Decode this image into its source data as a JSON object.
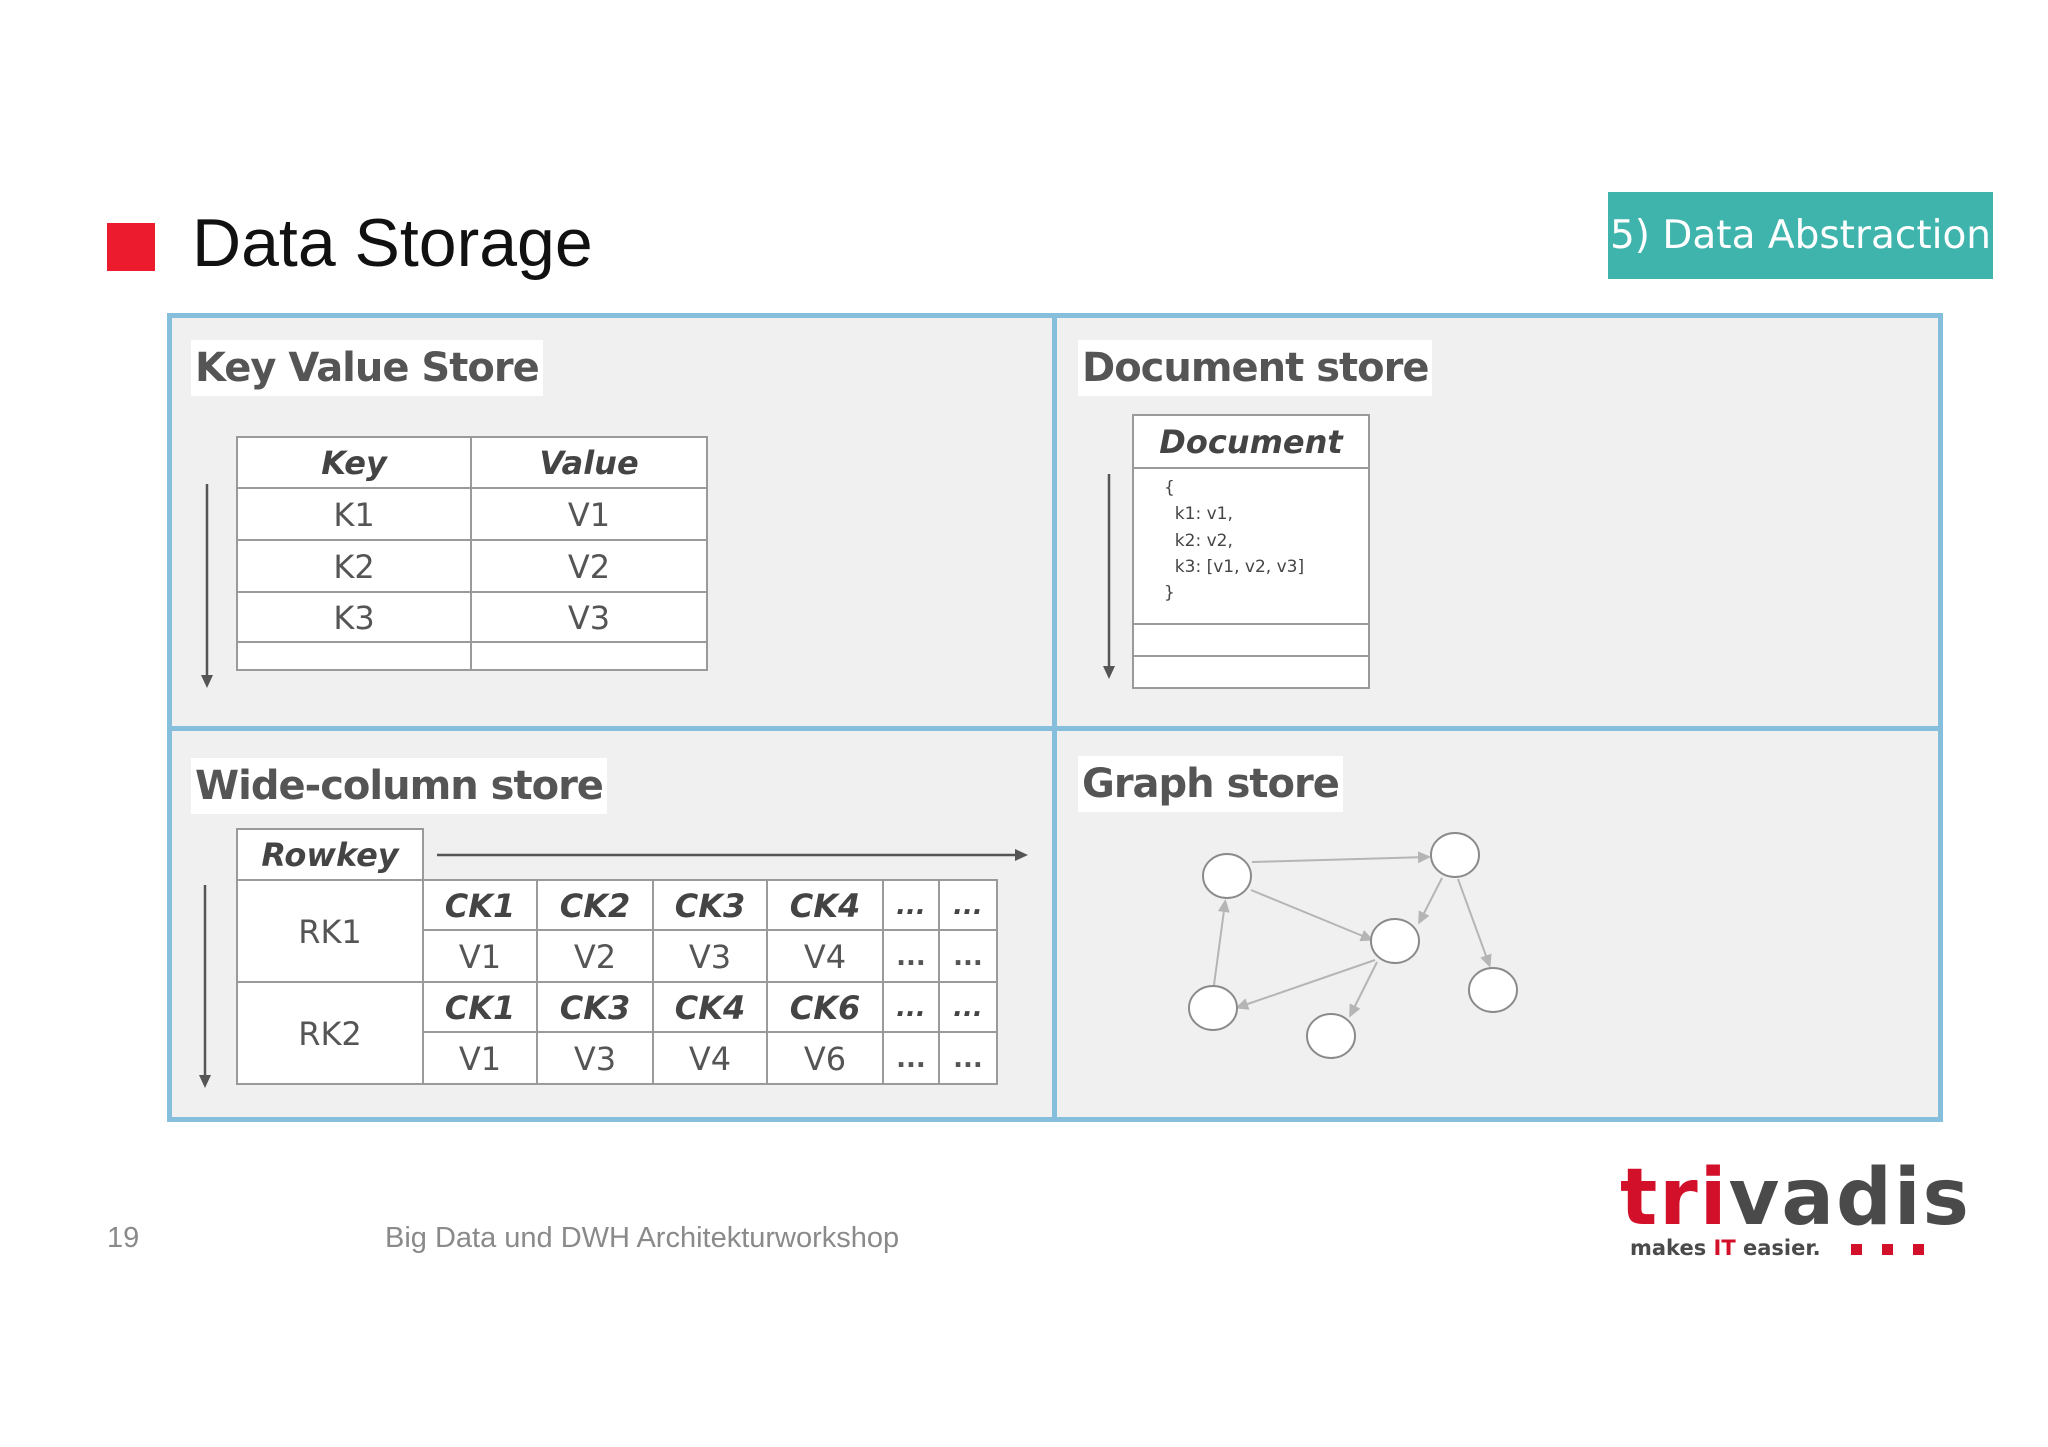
{
  "slide": {
    "title": "Data Storage",
    "badge": "5) Data Abstraction",
    "page_number": "19",
    "footer_text": "Big Data und DWH Architekturworkshop",
    "accent_color": "#ec1c2e",
    "badge_color": "#3fb4ad",
    "quadrant_border_color": "#86bfdb"
  },
  "key_value": {
    "title": "Key Value Store",
    "headers": [
      "Key",
      "Value"
    ],
    "rows": [
      [
        "K1",
        "V1"
      ],
      [
        "K2",
        "V2"
      ],
      [
        "K3",
        "V3"
      ]
    ]
  },
  "document": {
    "title": "Document store",
    "header": "Document",
    "lines": [
      "{",
      "  k1: v1,",
      "  k2: v2,",
      "  k3: [v1, v2, v3]",
      "}"
    ]
  },
  "wide_column": {
    "title": "Wide-column store",
    "rowkey_header": "Rowkey",
    "rows": [
      {
        "rowkey": "RK1",
        "columns": [
          "CK1",
          "CK2",
          "CK3",
          "CK4",
          "...",
          "..."
        ],
        "values": [
          "V1",
          "V2",
          "V3",
          "V4",
          "...",
          "..."
        ]
      },
      {
        "rowkey": "RK2",
        "columns": [
          "CK1",
          "CK3",
          "CK4",
          "CK6",
          "...",
          "..."
        ],
        "values": [
          "V1",
          "V3",
          "V4",
          "V6",
          "...",
          "..."
        ]
      }
    ]
  },
  "graph": {
    "title": "Graph store"
  },
  "logo": {
    "word_red": "tri",
    "word_grey": "vadis",
    "tagline_start": "makes ",
    "tagline_highlight": "IT",
    "tagline_end": " easier."
  }
}
